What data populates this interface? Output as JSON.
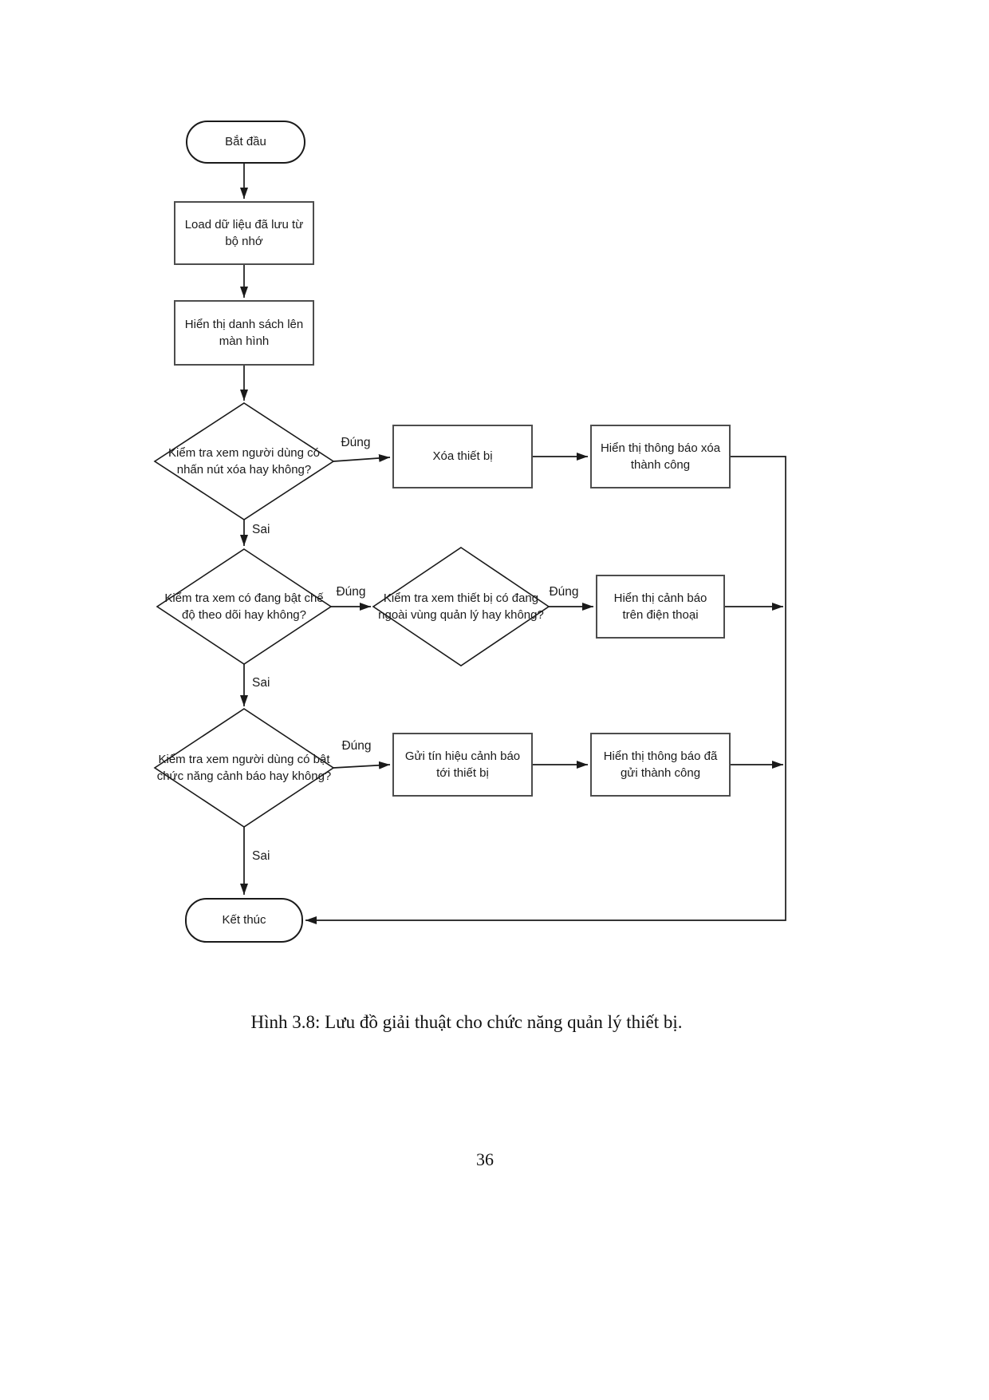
{
  "page": {
    "caption": "Hình 3.8: Lưu đồ giải thuật cho chức năng quản lý thiết bị.",
    "page_number": "36"
  },
  "flowchart": {
    "nodes": {
      "start": {
        "label": "Bắt đầu",
        "type": "terminator"
      },
      "load_data": {
        "label": "Load dữ liệu đã lưu từ bộ nhớ",
        "type": "process"
      },
      "display_list": {
        "label": "Hiển thị danh sách lên màn hình",
        "type": "process"
      },
      "check_delete": {
        "label": "Kiểm tra xem người dùng có nhấn nút xóa hay không?",
        "type": "decision"
      },
      "delete_device": {
        "label": "Xóa thiết bị",
        "type": "process"
      },
      "notify_delete_success": {
        "label": "Hiển thị thông báo xóa thành công",
        "type": "process"
      },
      "check_tracking": {
        "label": "Kiểm tra xem có đang bật chế độ theo dõi hay không?",
        "type": "decision"
      },
      "check_out_of_zone": {
        "label": "Kiểm tra xem thiết bị có đang ngoài vùng quản lý hay không?",
        "type": "decision"
      },
      "phone_alert": {
        "label": "Hiển thị cảnh báo trên điện thoại",
        "type": "process"
      },
      "check_alert_enabled": {
        "label": "Kiểm tra xem người dùng có bật chức năng cảnh báo hay không?",
        "type": "decision"
      },
      "send_alert": {
        "label": "Gửi tín hiệu cảnh báo tới thiết bị",
        "type": "process"
      },
      "notify_send_success": {
        "label": "Hiển thị thông báo đã gửi thành công",
        "type": "process"
      },
      "end": {
        "label": "Kết thúc",
        "type": "terminator"
      }
    },
    "edge_labels": {
      "delete_true": "Đúng",
      "delete_false": "Sai",
      "tracking_true": "Đúng",
      "tracking_false": "Sai",
      "out_of_zone_true": "Đúng",
      "alert_true": "Đúng",
      "alert_false": "Sai"
    },
    "colors": {
      "ink": "#1a1a1a",
      "process_border": "#4d4d4d",
      "shape_fill": "#ffffff"
    }
  }
}
